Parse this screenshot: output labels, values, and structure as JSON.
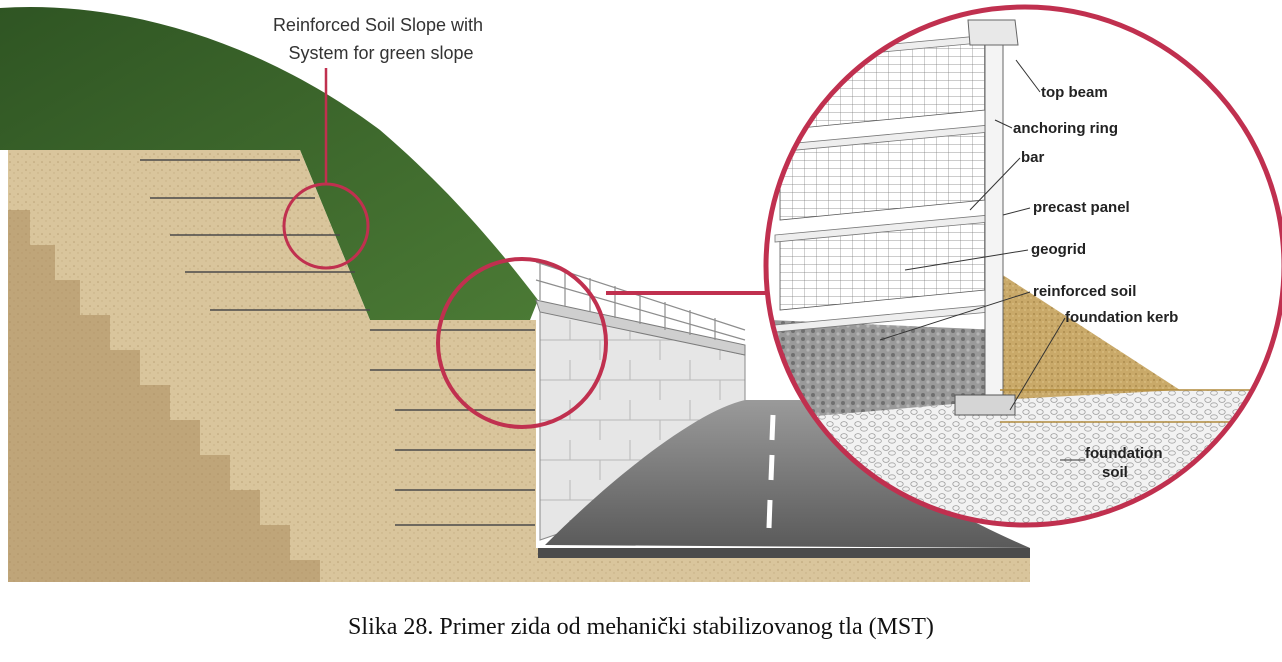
{
  "diagram": {
    "callout_line1": "Reinforced Soil Slope with",
    "callout_line2": "System for green slope",
    "labels": {
      "top_beam": "top beam",
      "anchoring_ring": "anchoring ring",
      "bar": "bar",
      "precast_panel": "precast panel",
      "geogrid": "geogrid",
      "reinforced_soil": "reinforced soil",
      "foundation_kerb": "foundation kerb",
      "foundation_soil_line1": "foundation",
      "foundation_soil_line2": "soil"
    }
  },
  "caption": "Slika 28. Primer zida od mehanički stabilizovanog tla (MST)",
  "colors": {
    "callout_circle": "#c0304f",
    "soil": "#d8c39a",
    "grass": "#3e6b2c",
    "wall_panel": "#e4e4e4",
    "road": "#6e6e6e"
  }
}
